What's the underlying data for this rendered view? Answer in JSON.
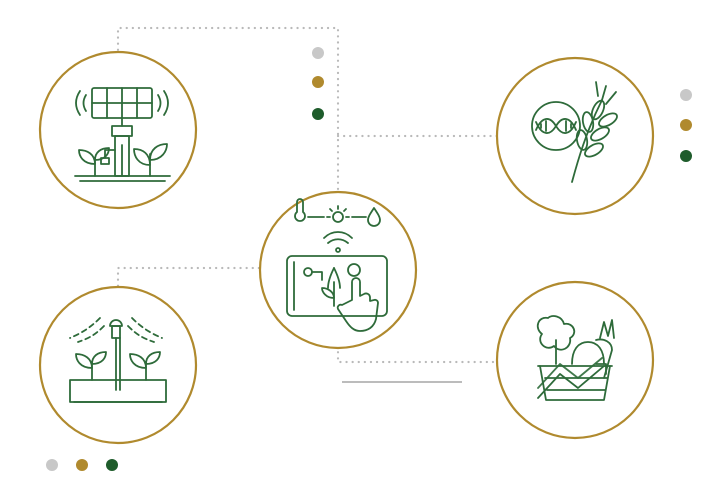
{
  "colors": {
    "ring": "#b08a2e",
    "icon": "#2e6b3a",
    "dotted_line": "#b9b9b9",
    "dot_gray": "#c8c8c8",
    "dot_gold": "#b08a2e",
    "dot_green": "#1e5c2b",
    "divider": "#bcbcbc"
  },
  "nodes": [
    {
      "id": "solar-sensor",
      "icon": "solar-panel-sensor-icon"
    },
    {
      "id": "dna-wheat",
      "icon": "dna-wheat-icon"
    },
    {
      "id": "smart-tablet",
      "icon": "tablet-weather-touch-icon"
    },
    {
      "id": "irrigation",
      "icon": "sprinkler-irrigation-icon"
    },
    {
      "id": "harvest-growth",
      "icon": "vegetable-basket-growth-icon"
    }
  ],
  "dot_groups": [
    {
      "id": "top-center",
      "colors": [
        "gray",
        "gold",
        "green"
      ]
    },
    {
      "id": "right",
      "colors": [
        "gray",
        "gold",
        "green"
      ]
    },
    {
      "id": "bottom-left",
      "colors": [
        "gray",
        "gold",
        "green"
      ]
    }
  ]
}
